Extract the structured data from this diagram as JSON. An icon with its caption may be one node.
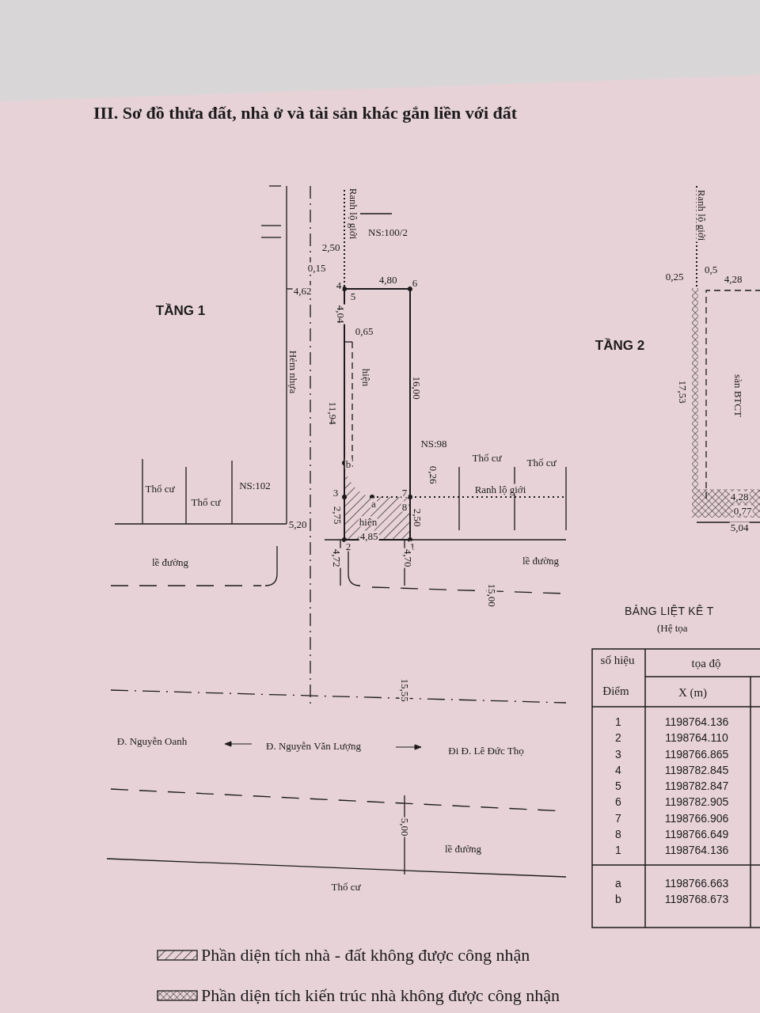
{
  "diagram": {
    "title": "III. Sơ đồ thửa đất, nhà ở và tài sản khác gắn liền với đất",
    "labels": [
      "NS:100/2",
      "Ranh lộ giới",
      "2,50",
      "0,15",
      "4",
      "4,80",
      "6",
      "4,62",
      "5",
      "TẦNG 1",
      "4,04",
      "0,65",
      "TẦNG 2",
      "Ranh lộ giới",
      "0,25",
      "0,5",
      "4,28",
      "Hẻm nhựa",
      "hiện",
      "16,00",
      "17,53",
      "sàn BTCT",
      "11,94",
      "NS:98",
      "b",
      "Thổ cư",
      "Thổ cư",
      "Thổ cư",
      "NS:102",
      "Ranh lộ giới",
      "3",
      "7",
      "0,26",
      "Thổ cư",
      "a",
      "8",
      "5,20",
      "2,75",
      "hiện",
      "2,50",
      "2",
      "4,85",
      "1",
      "4,28",
      "0,77",
      "5,04",
      "4,72",
      "4,70",
      "lề đường",
      "lề đường",
      "15,00",
      "BẢNG LIỆT KÊ T",
      "(Hệ tọa",
      "số hiệu",
      "tọa độ",
      "15,55",
      "Điểm",
      "X (m)",
      "1",
      "1198764.136",
      "2",
      "1198764.110",
      "3",
      "1198766.865",
      "4",
      "1198782.845",
      "5",
      "1198782.847",
      "6",
      "1198782.905",
      "7",
      "1198766.906",
      "8",
      "1198766.649",
      "1",
      "1198764.136",
      "a",
      "1198766.663",
      "b",
      "1198768.673",
      "Đ. Nguyễn Oanh",
      "Đ. Nguyễn Văn Lượng",
      "Đi Đ. Lê Đức Thọ",
      "5,00",
      "lề đường",
      "Thổ cư"
    ],
    "legend": [
      {
        "text": "Phần diện tích nhà - đất không được công nhận"
      },
      {
        "text": "Phần diện tích kiến trúc nhà không được công nhận"
      }
    ]
  }
}
